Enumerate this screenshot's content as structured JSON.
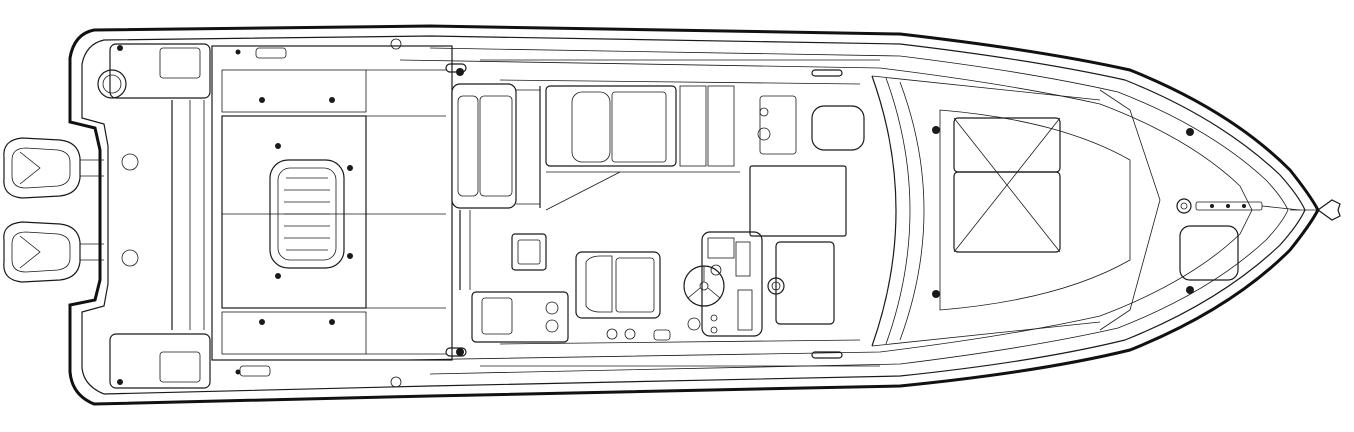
{
  "drawing": {
    "subject": "",
    "view": "",
    "line_color": "#1a1a1a",
    "background": "#ffffff"
  },
  "components": {
    "hull": "hull-outline",
    "engines": [
      "outboard-engine-port-icon",
      "outboard-engine-starboard-icon"
    ],
    "cockpit": "aft-cockpit",
    "hatch": "cockpit-vent-hatch-icon",
    "seating": [
      "mezzanine-seat-icon",
      "helm-seat-icon",
      "companion-lounge-icon"
    ],
    "helm": [
      "steering-wheel-icon",
      "helm-console"
    ],
    "forward": [
      "windshield",
      "bow-deck",
      "anchor-windlass-icon",
      "bow-pulpit-icon"
    ]
  }
}
